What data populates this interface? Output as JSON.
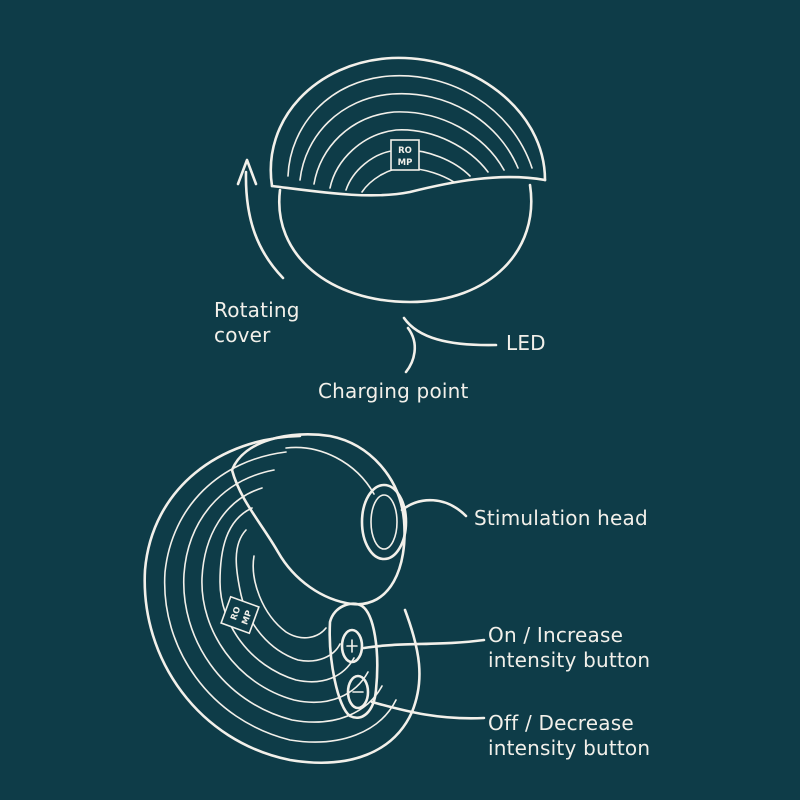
{
  "labels": {
    "rotating_cover": [
      "Rotating",
      "cover"
    ],
    "led": "LED",
    "charging_point": "Charging point",
    "stimulation_head": "Stimulation head",
    "on_increase": [
      "On / Increase",
      "intensity button"
    ],
    "off_decrease": [
      "Off / Decrease",
      "intensity button"
    ]
  },
  "brand": {
    "line1": "RO",
    "line2": "MP"
  },
  "colors": {
    "background": "#0e3c48",
    "line": "#f2f0ea"
  }
}
